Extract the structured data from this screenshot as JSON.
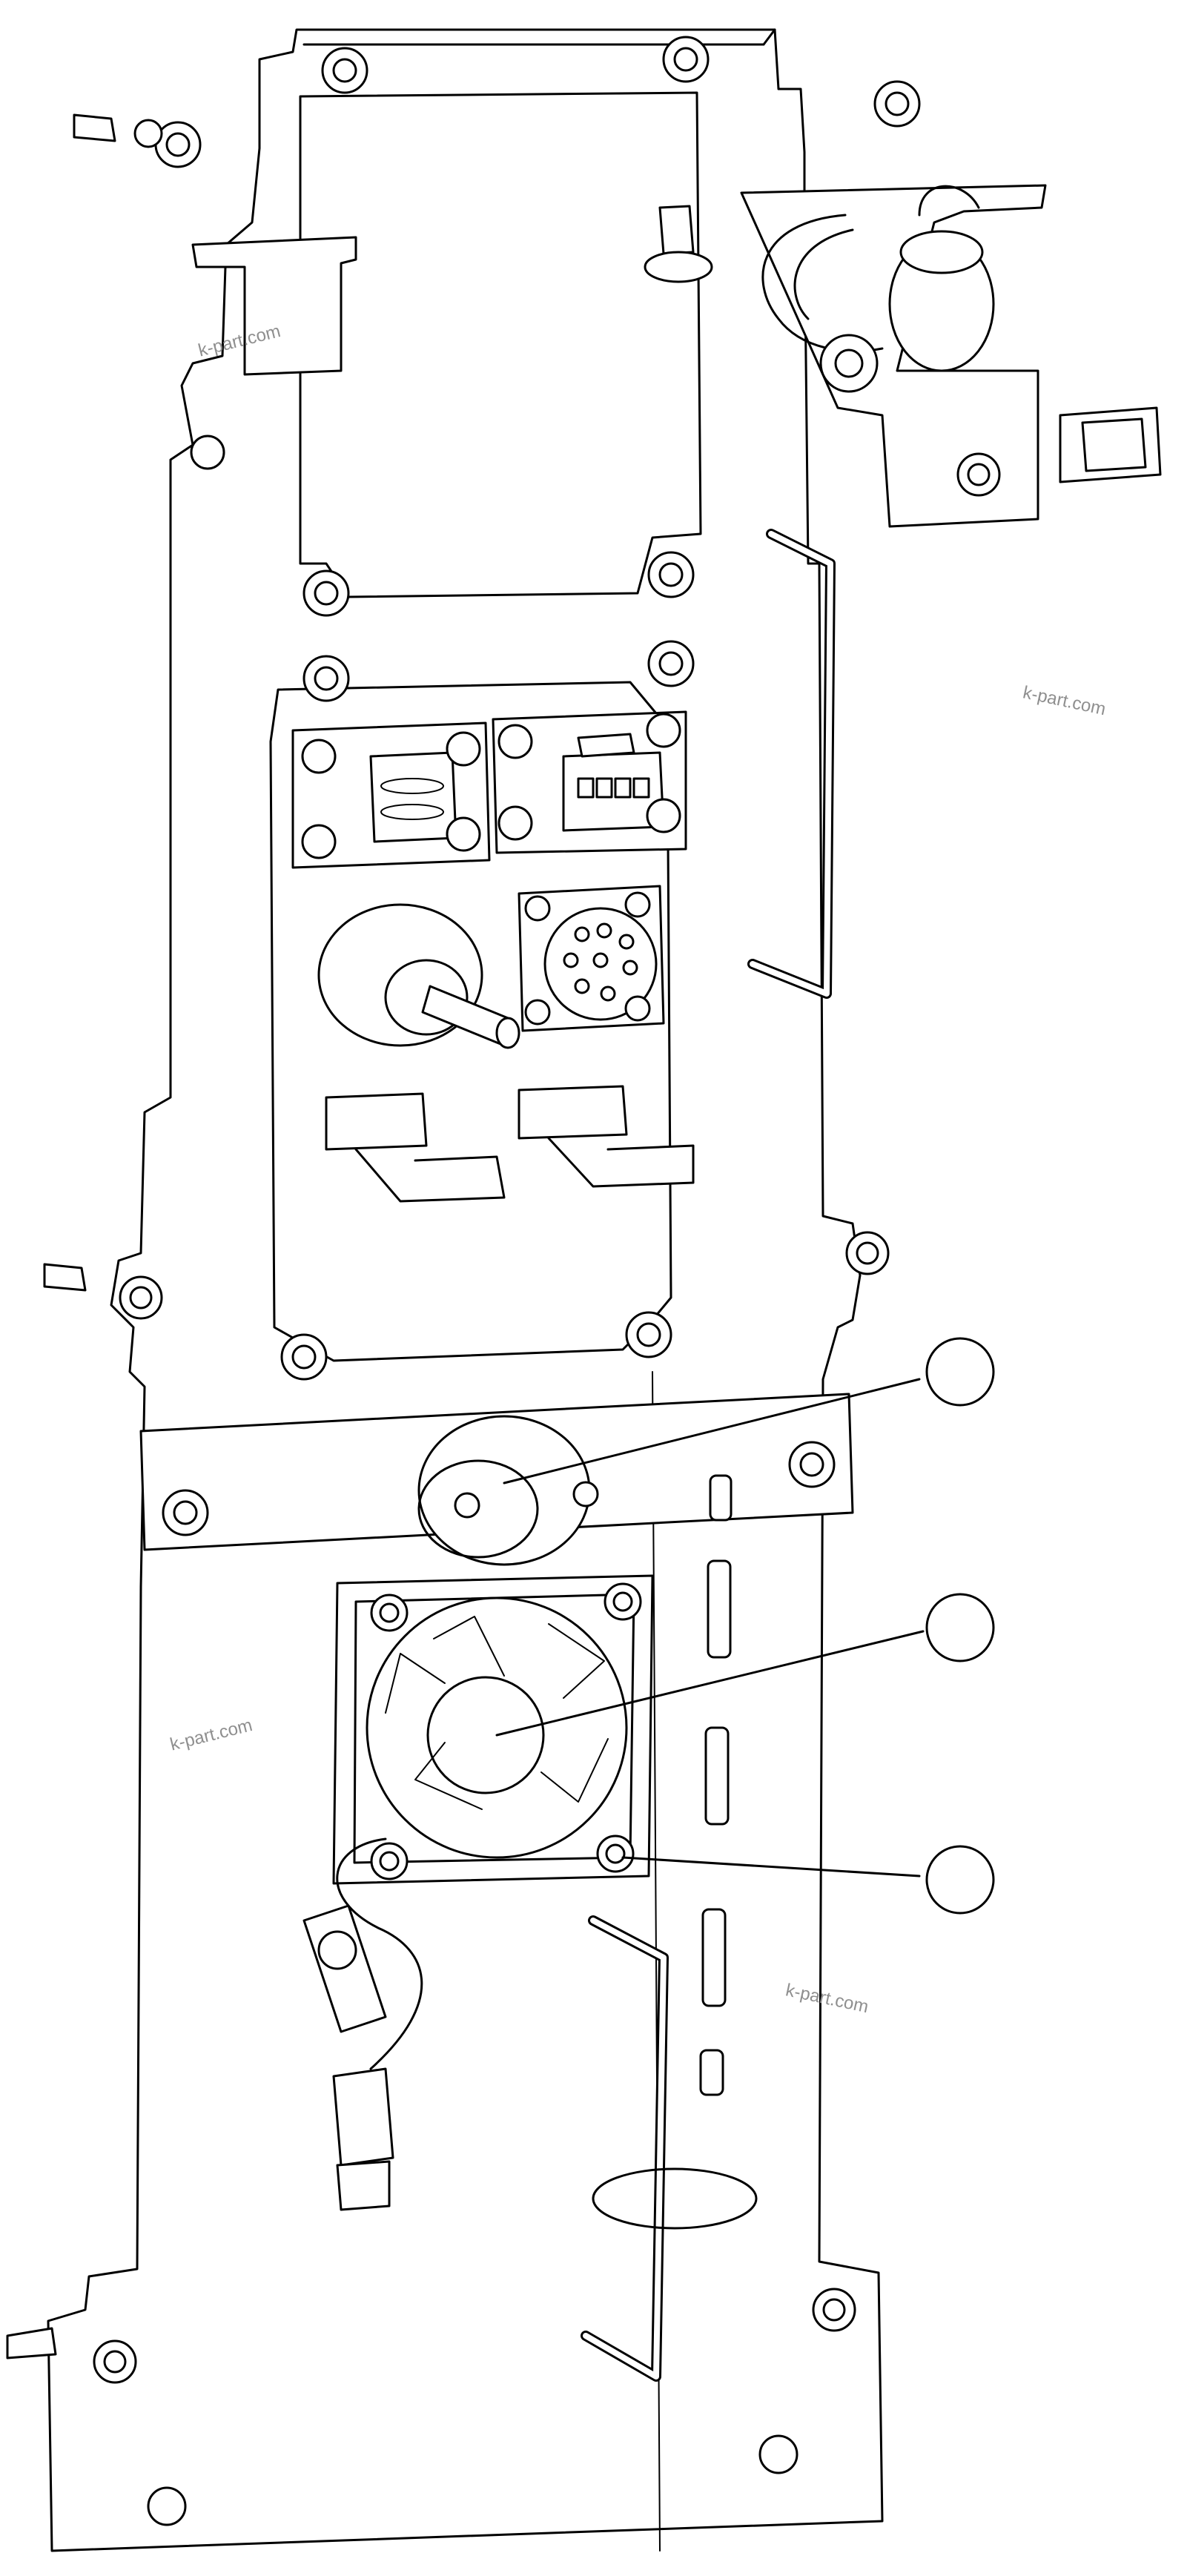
{
  "diagram": {
    "watermark_text": "k-part.com",
    "callouts": [
      {
        "id": "callout-1",
        "number": ""
      },
      {
        "id": "callout-2",
        "number": ""
      },
      {
        "id": "callout-3",
        "number": ""
      }
    ],
    "sheet_code": "",
    "colors": {
      "line": "#000000",
      "fill": "#ffffff",
      "watermark": "#8f8f8f"
    }
  }
}
